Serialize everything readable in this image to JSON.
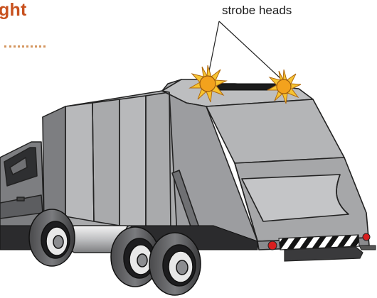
{
  "heading": {
    "text": "ght",
    "color": "#c8511e"
  },
  "callout": {
    "label": "strobe heads"
  },
  "colors": {
    "body_gray": "#a9aaac",
    "dark_gray": "#6f7073",
    "cab_gray": "#7d7e81",
    "strobe_orange": "#f3a21d",
    "strobe_rays": "#f7c431",
    "tail_light_red": "#d81e1e"
  },
  "icons": {
    "strobe": "starburst-strobe-icon",
    "truck": "garbage-truck-illustration"
  }
}
